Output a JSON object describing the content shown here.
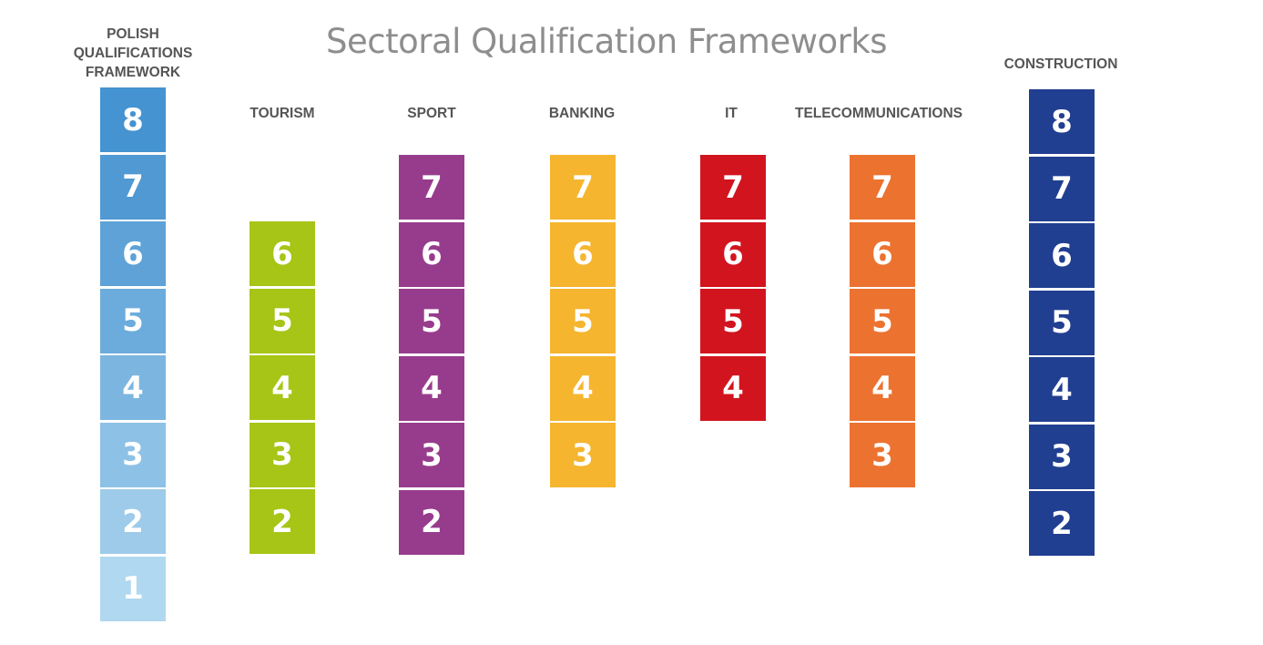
{
  "title": "Sectoral Qualification Frameworks",
  "columns": [
    {
      "label": "POLISH\nQUALIFICATIONS\nFRAMEWORK",
      "levels": [
        "8",
        "7",
        "6",
        "5",
        "4",
        "3",
        "2",
        "1"
      ],
      "colors": [
        "#4593d0",
        "#5099d3",
        "#5ea2d7",
        "#6cacdc",
        "#7cb6e0",
        "#8dc1e5",
        "#9ecbe9",
        "#b0d8f0"
      ]
    },
    {
      "label": "TOURISM",
      "levels": [
        "6",
        "5",
        "4",
        "3",
        "2"
      ],
      "color": "#a6c516"
    },
    {
      "label": "SPORT",
      "levels": [
        "7",
        "6",
        "5",
        "4",
        "3",
        "2"
      ],
      "color": "#973c8d"
    },
    {
      "label": "BANKING",
      "levels": [
        "7",
        "6",
        "5",
        "4",
        "3"
      ],
      "color": "#f5b52e"
    },
    {
      "label": "IT",
      "levels": [
        "7",
        "6",
        "5",
        "4"
      ],
      "color": "#d2141f"
    },
    {
      "label": "TELECOMMUNICATIONS",
      "levels": [
        "7",
        "6",
        "5",
        "4",
        "3"
      ],
      "color": "#ec7230"
    },
    {
      "label": "CONSTRUCTION",
      "levels": [
        "8",
        "7",
        "6",
        "5",
        "4",
        "3",
        "2"
      ],
      "color": "#213f91"
    }
  ]
}
